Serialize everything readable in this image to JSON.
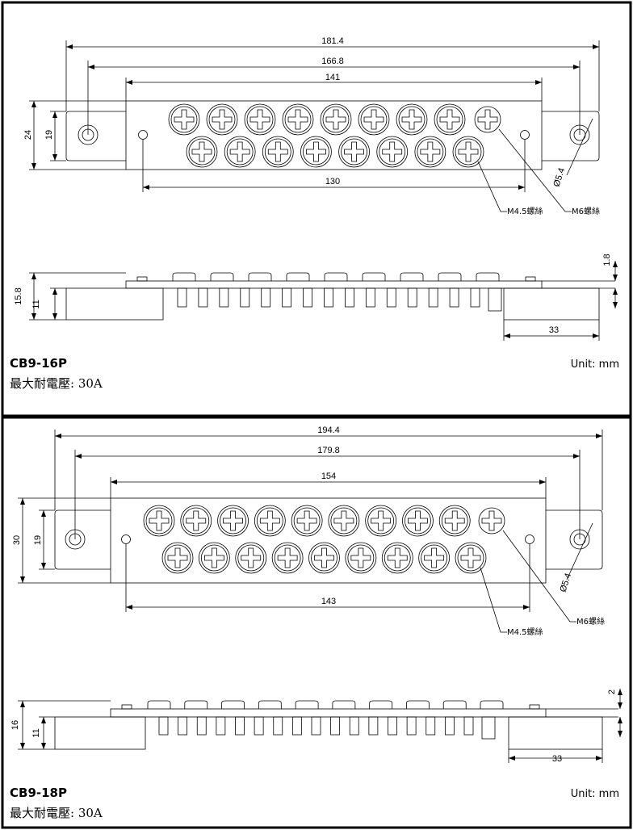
{
  "panels": [
    {
      "model": "CB9-16P",
      "unit_label": "Unit: mm",
      "rating": "最大耐電壓: 30A",
      "top_row_screws": 9,
      "bottom_row_screws": 8,
      "dims": {
        "overall": "181.4",
        "hole_pitch": "166.8",
        "body": "141",
        "small_hole_pitch": "130",
        "height_outer": "24",
        "height_ear": "19",
        "hole_dia": "Ø5.4",
        "side_total": "15.8",
        "side_base": "11",
        "plate": "1.8",
        "ear_len": "33"
      },
      "labels": {
        "m45": "M4.5螺絲",
        "m6": "M6螺絲"
      }
    },
    {
      "model": "CB9-18P",
      "unit_label": "Unit: mm",
      "rating": "最大耐電壓: 30A",
      "top_row_screws": 10,
      "bottom_row_screws": 9,
      "dims": {
        "overall": "194.4",
        "hole_pitch": "179.8",
        "body": "154",
        "small_hole_pitch": "143",
        "height_outer": "30",
        "height_ear": "19",
        "hole_dia": "Ø5.4",
        "side_total": "16",
        "side_base": "11",
        "plate": "2",
        "ear_len": "33"
      },
      "labels": {
        "m45": "M4.5螺絲",
        "m6": "M6螺絲"
      }
    }
  ]
}
